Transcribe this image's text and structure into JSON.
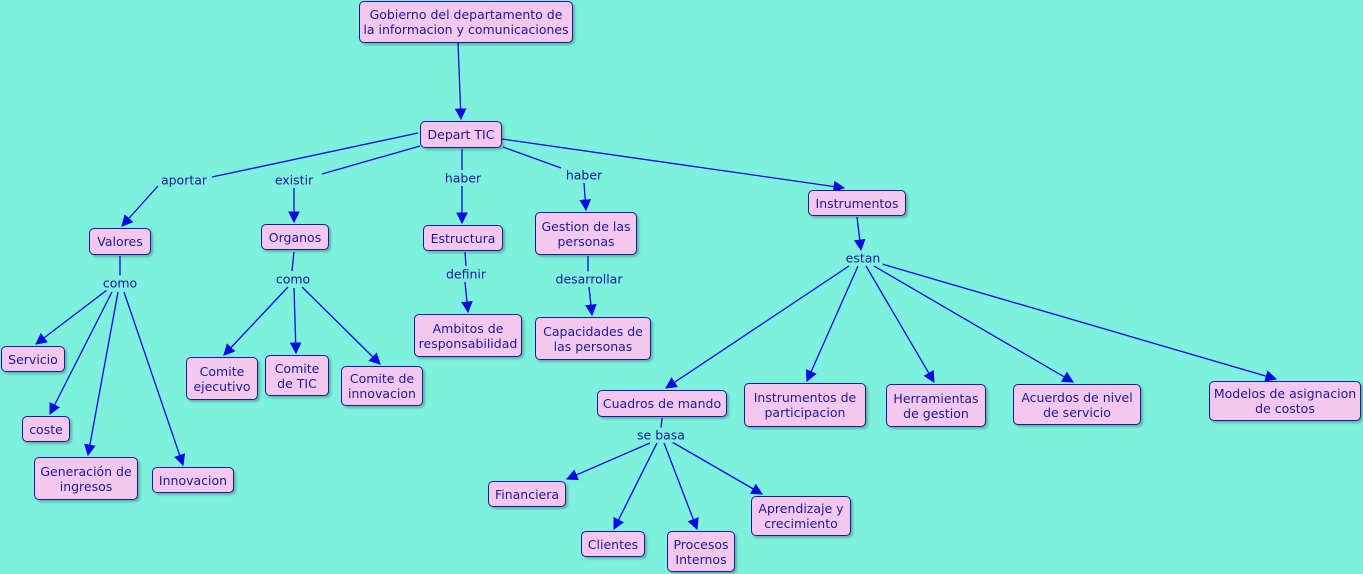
{
  "colors": {
    "background": "#7ef0de",
    "node_fill": "#f4c8ee",
    "node_border": "#1a1aa8",
    "edge": "#0a0ae0"
  },
  "nodes": {
    "gobierno": "Gobierno del departamento de\nla informacion y comunicaciones",
    "depart_tic": "Depart TIC",
    "valores": "Valores",
    "organos": "Organos",
    "estructura": "Estructura",
    "gestion_personas": "Gestion de las\npersonas",
    "instrumentos": "Instrumentos",
    "servicio": "Servicio",
    "coste": "coste",
    "generacion_ingresos": "Generación de\ningresos",
    "innovacion": "Innovacion",
    "comite_ejecutivo": "Comite\nejecutivo",
    "comite_tic": "Comite\nde TIC",
    "comite_innovacion": "Comite de\ninnovacion",
    "ambitos": "Ambitos de\nresponsabilidad",
    "capacidades": "Capacidades de\nlas personas",
    "cuadros_mando": "Cuadros de mando",
    "instrumentos_participacion": "Instrumentos de\nparticipacion",
    "herramientas_gestion": "Herramientas\nde gestion",
    "acuerdos_servicio": "Acuerdos de nivel\nde servicio",
    "modelos_costos": "Modelos de asignacion\nde costos",
    "financiera": "Financiera",
    "clientes": "Clientes",
    "procesos_internos": "Procesos\nInternos",
    "aprendizaje": "Aprendizaje y\ncrecimiento"
  },
  "link_labels": {
    "aportar": "aportar",
    "existir": "existir",
    "haber_estructura": "haber",
    "haber_personas": "haber",
    "como_valores": "como",
    "como_organos": "como",
    "definir": "definir",
    "desarrollar": "desarrollar",
    "estan": "estan",
    "se_basa": "se basa"
  }
}
